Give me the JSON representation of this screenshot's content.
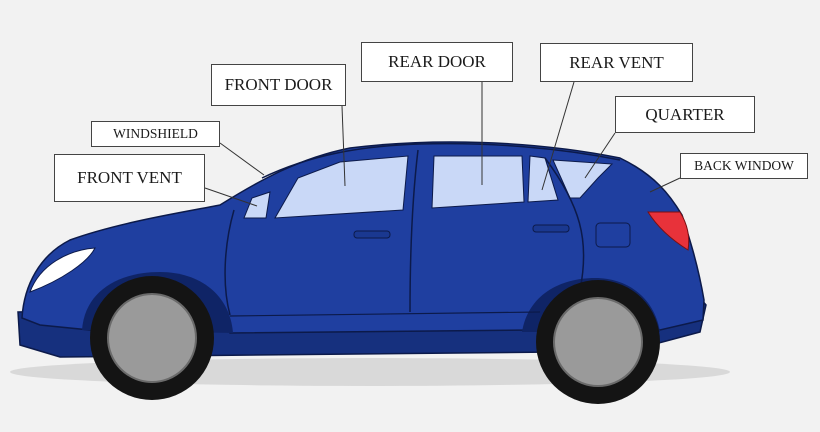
{
  "labels": {
    "front_door": "FRONT DOOR",
    "rear_door": "REAR DOOR",
    "rear_vent": "REAR VENT",
    "quarter": "QUARTER",
    "windshield": "WINDSHIELD",
    "front_vent": "FRONT VENT",
    "back_window": "BACK WINDOW"
  },
  "colors": {
    "background": "#f2f2f2",
    "body": "#1f3fa0",
    "body_dark": "#16307e",
    "glass": "#c9d8f7",
    "tail_light": "#e8323a",
    "tire": "#141414",
    "rim": "#9a9a9a",
    "headlight": "#ffffff"
  }
}
